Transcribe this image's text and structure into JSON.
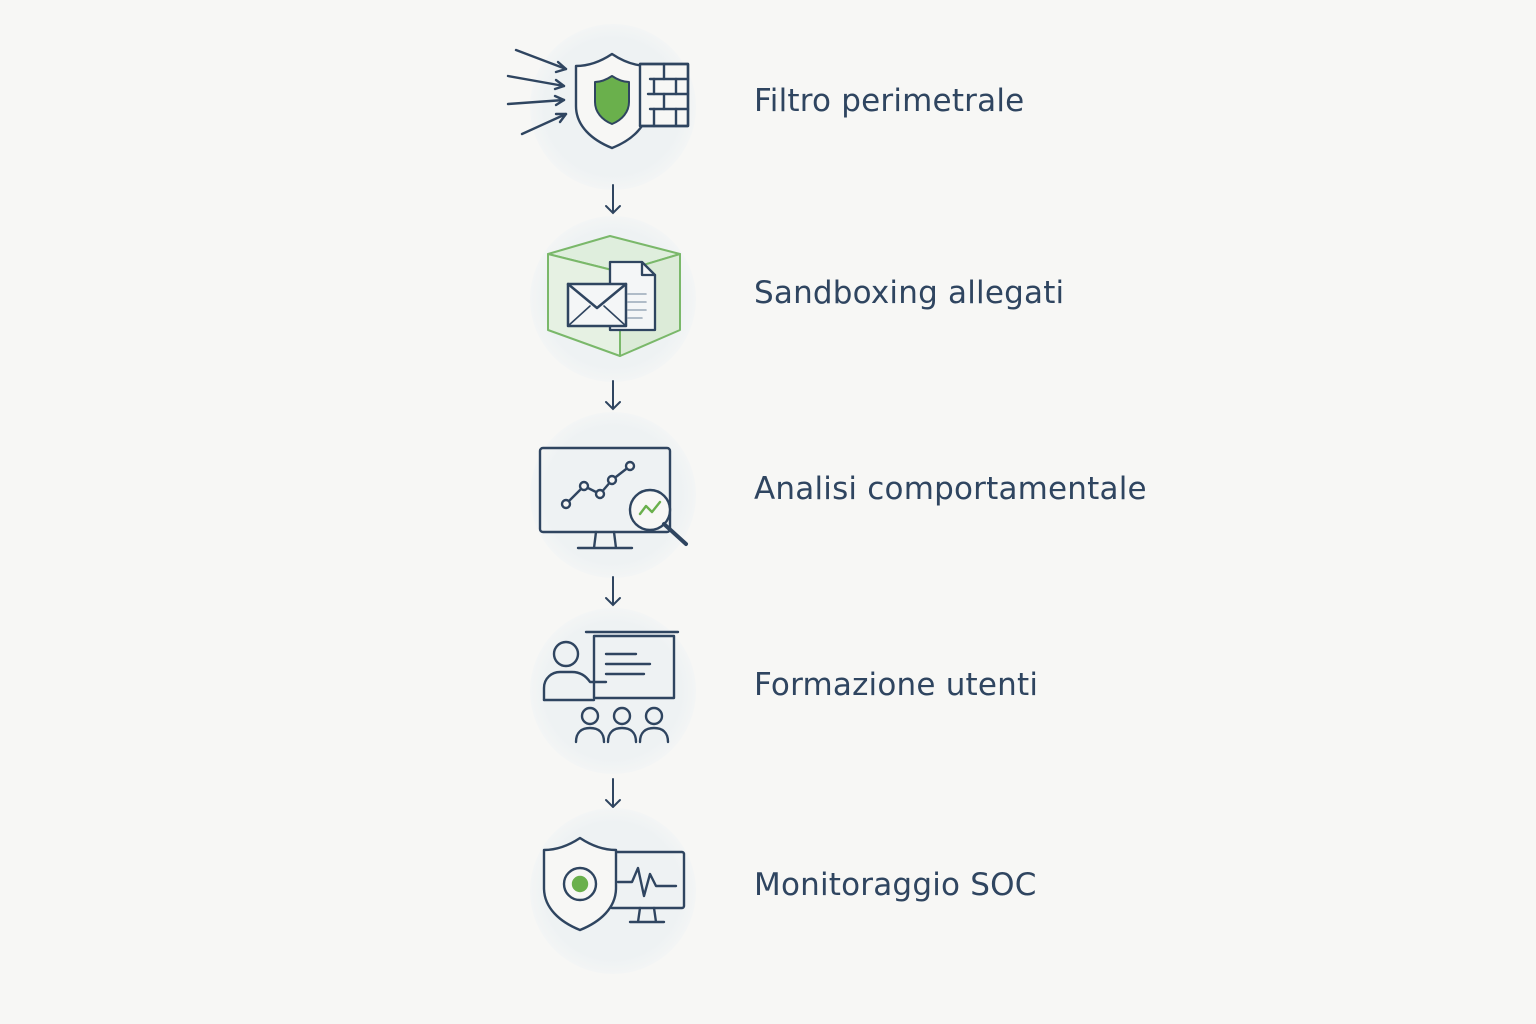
{
  "colors": {
    "background": "#f7f7f5",
    "stroke": "#2f4560",
    "accent_green": "#6ab04c",
    "halo": "#eef2f3"
  },
  "steps": [
    {
      "label": "Filtro perimetrale",
      "icon": "shield-firewall-icon"
    },
    {
      "label": "Sandboxing allegati",
      "icon": "sandbox-email-icon"
    },
    {
      "label": "Analisi comportamentale",
      "icon": "monitor-analytics-icon"
    },
    {
      "label": "Formazione utenti",
      "icon": "user-training-icon"
    },
    {
      "label": "Monitoraggio SOC",
      "icon": "shield-soc-monitor-icon"
    }
  ],
  "connector_icon": "arrow-down-icon"
}
